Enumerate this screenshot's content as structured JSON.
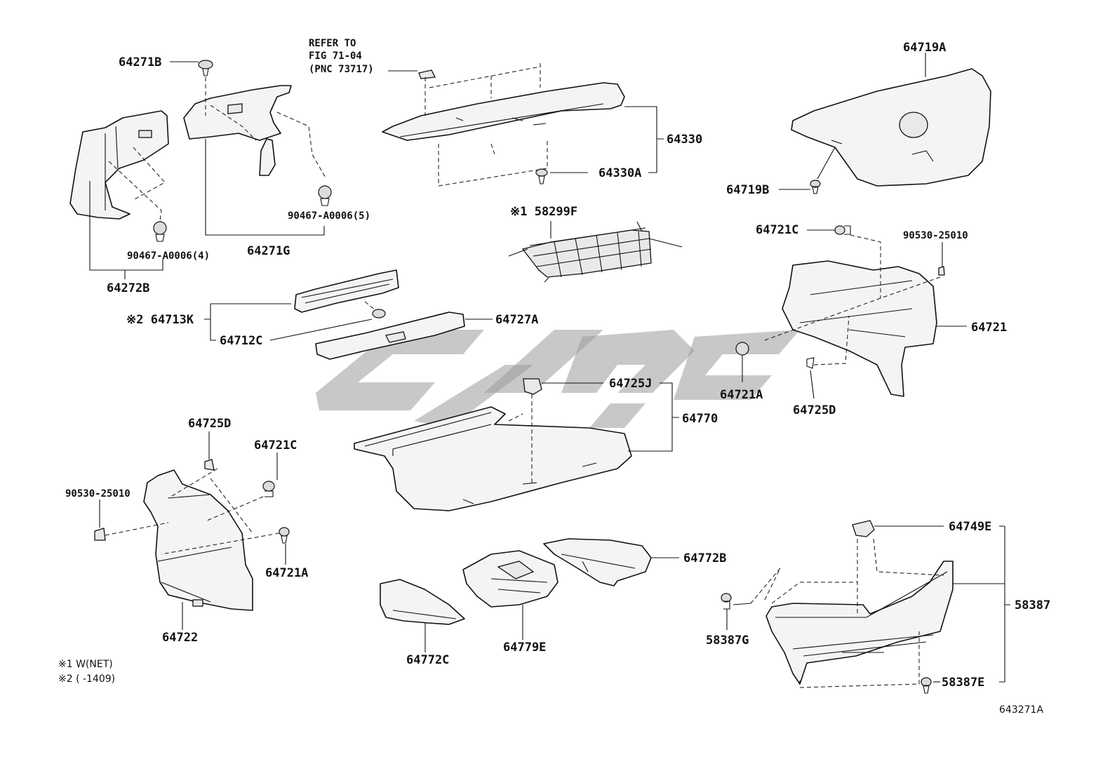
{
  "diagram_id": "643271A",
  "notes": {
    "note1": "※1  W(NET)",
    "note2": "※2  (      -1409)"
  },
  "labels": {
    "p64271B": "64271B",
    "refer1": "REFER TO",
    "refer2": "FIG 71-04",
    "refer3": "(PNC 73717)",
    "p64330": "64330",
    "p64330A": "64330A",
    "p64719A": "64719A",
    "p64719B": "64719B",
    "p90467_5": "90467-A0006(5)",
    "p90467_4": "90467-A0006(4)",
    "p64271G": "64271G",
    "p64272B": "64272B",
    "p58299F": "※1 58299F",
    "p64721C_r": "64721C",
    "p90530_r": "90530-25010",
    "p64713K": "※2  64713K",
    "p64712C": "64712C",
    "p64727A": "64727A",
    "p64721": "64721",
    "p64721A_r": "64721A",
    "p64725D_r": "64725D",
    "p64725J": "64725J",
    "p64770": "64770",
    "p64725D_l": "64725D",
    "p64721C_l": "64721C",
    "p90530_l": "90530-25010",
    "p64721A_l": "64721A",
    "p64722": "64722",
    "p64772B": "64772B",
    "p64749E": "64749E",
    "p58387": "58387",
    "p58387G": "58387G",
    "p58387E": "58387E",
    "p64772C": "64772C",
    "p64779E": "64779E"
  }
}
